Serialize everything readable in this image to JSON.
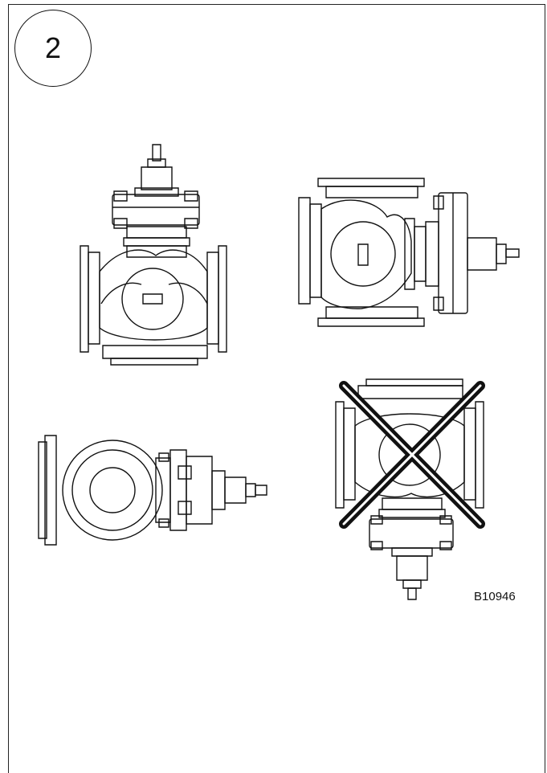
{
  "step": {
    "number": "2"
  },
  "figure": {
    "code": "B10946"
  },
  "colors": {
    "line": "#111111",
    "background": "#ffffff"
  },
  "views": [
    {
      "orientation": "actuator-up",
      "allowed": true
    },
    {
      "orientation": "actuator-right",
      "allowed": true
    },
    {
      "orientation": "actuator-side",
      "allowed": true
    },
    {
      "orientation": "actuator-down",
      "allowed": false,
      "marker": "cross-mark"
    }
  ]
}
